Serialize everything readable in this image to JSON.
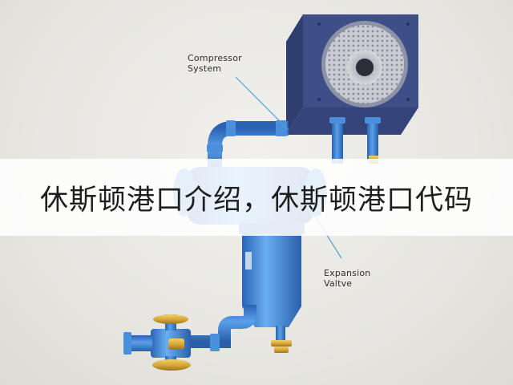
{
  "labels": {
    "compressor_line1": "Compressor",
    "compressor_line2": "System",
    "expansion_line1": "Expansion",
    "expansion_line2": "Valtve"
  },
  "banner": {
    "text": "休斯顿港口介绍，休斯顿港口代码"
  },
  "colors": {
    "pipe_blue": "#3f86d6",
    "box_navy": "#3d4f86",
    "brass": "#d9a93a",
    "leader_line": "#4aa6d8"
  }
}
